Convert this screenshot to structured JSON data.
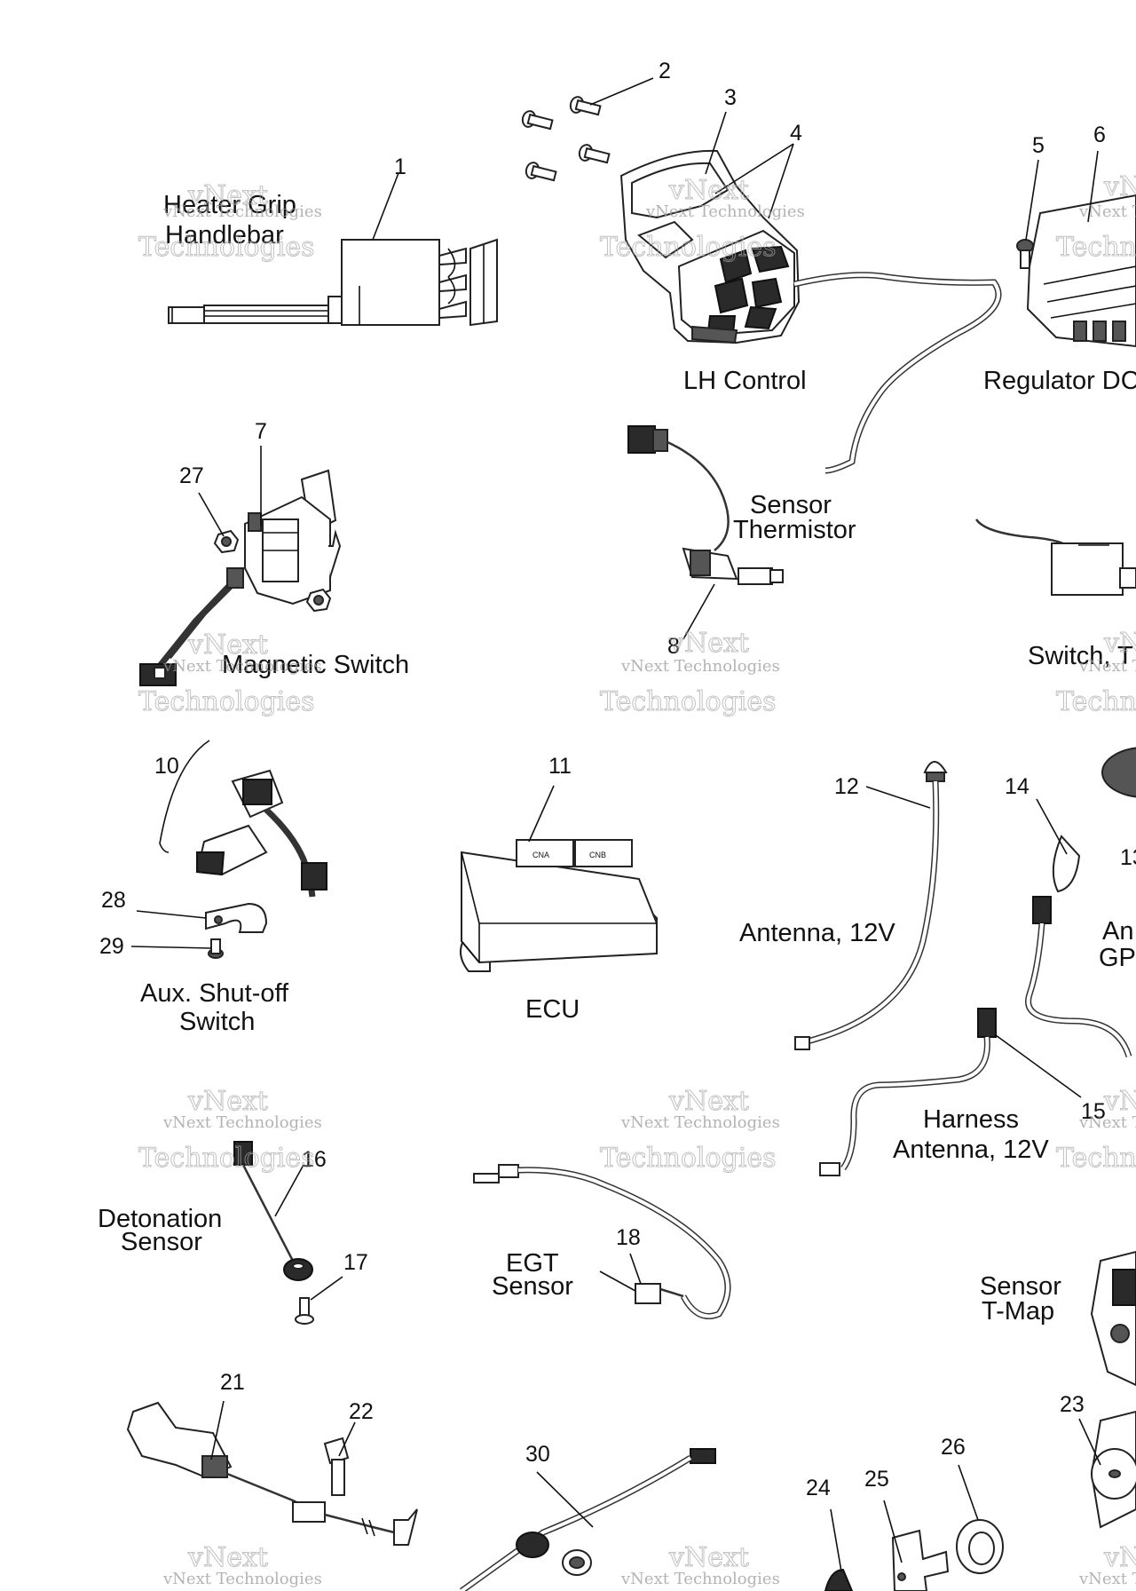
{
  "callouts": {
    "n1": "1",
    "n2": "2",
    "n3": "3",
    "n4": "4",
    "n5": "5",
    "n6": "6",
    "n7": "7",
    "n8": "8",
    "n10": "10",
    "n11": "11",
    "n12": "12",
    "n13": "13",
    "n14": "14",
    "n15": "15",
    "n16": "16",
    "n17": "17",
    "n18": "18",
    "n21": "21",
    "n22": "22",
    "n23": "23",
    "n24": "24",
    "n25": "25",
    "n26": "26",
    "n27": "27",
    "n28": "28",
    "n29": "29",
    "n30": "30"
  },
  "captions": {
    "heater_grip_1": "Heater Grip",
    "heater_grip_2": "Handlebar",
    "lh_control": "LH Control",
    "regulator": "Regulator DC",
    "magnetic_switch": "Magnetic Switch",
    "sensor_thermistor_1": "Sensor",
    "sensor_thermistor_2": "Thermistor",
    "switch_t": "Switch, T",
    "aux_shutoff_1": "Aux. Shut-off",
    "aux_shutoff_2": "Switch",
    "ecu": "ECU",
    "antenna_12v": "Antenna, 12V",
    "antenna_gps_1": "An",
    "antenna_gps_2": "GP",
    "harness_antenna_1": "Harness",
    "harness_antenna_2": "Antenna, 12V",
    "detonation_1": "Detonation",
    "detonation_2": "Sensor",
    "egt_1": "EGT",
    "egt_2": "Sensor",
    "tmap_1": "Sensor",
    "tmap_2": "T-Map"
  },
  "watermark": {
    "line1": "vNext",
    "line2": "vNext Technologies",
    "line3": "Technologies"
  },
  "ecu_connector_labels": [
    "CNA",
    "CNB"
  ]
}
